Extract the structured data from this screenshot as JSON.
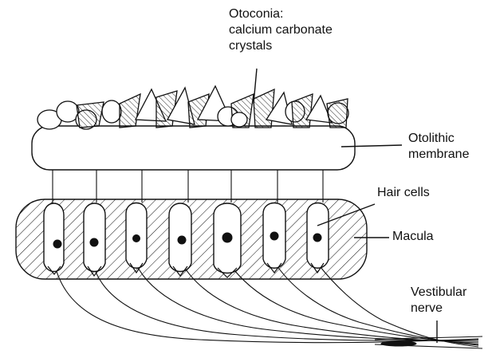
{
  "labels": {
    "otoconia": [
      "Otoconia:",
      "calcium carbonate",
      "crystals"
    ],
    "otolithic_membrane": [
      "Otolithic",
      "membrane"
    ],
    "hair_cells": "Hair cells",
    "macula": "Macula",
    "vestibular_nerve": [
      "Vestibular",
      "nerve"
    ]
  },
  "colors": {
    "ink": "#111111",
    "background": "#ffffff"
  }
}
